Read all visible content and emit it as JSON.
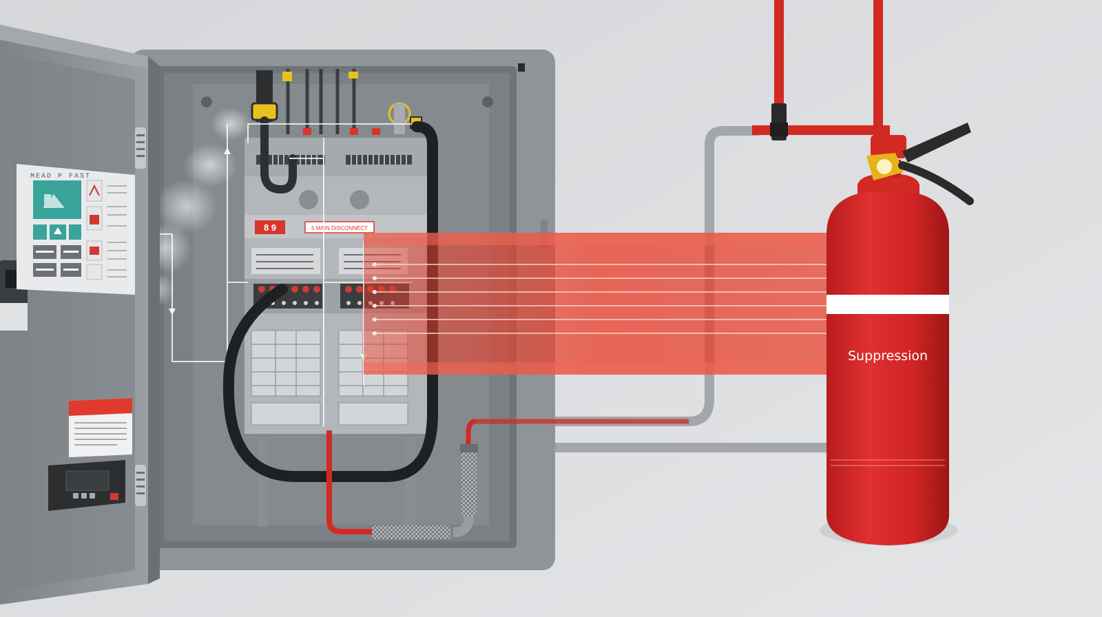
{
  "scene": {
    "extinguisher": {
      "label": "Suppression",
      "body_color": "#d62626",
      "band_color": "#ffffff",
      "valve_color": "#e8b21a",
      "hose_color": "#2b2b2b"
    },
    "door_sign": {
      "title": "MEAD P FAST",
      "accent_color": "#3aa39a"
    },
    "breaker_labels": {
      "left_tag": "8 9",
      "right_tag": "5 MAIN DISCONNECT"
    },
    "colors": {
      "background": "#dcdde0",
      "cabinet": "#8f9499",
      "cabinet_inner": "#6f7479",
      "panel": "#a9adb1",
      "suppression_beam": "#e8402c",
      "pipe_red": "#d22a22",
      "pipe_grey": "#a3a6aa",
      "warning_red": "#e03a2f"
    }
  }
}
